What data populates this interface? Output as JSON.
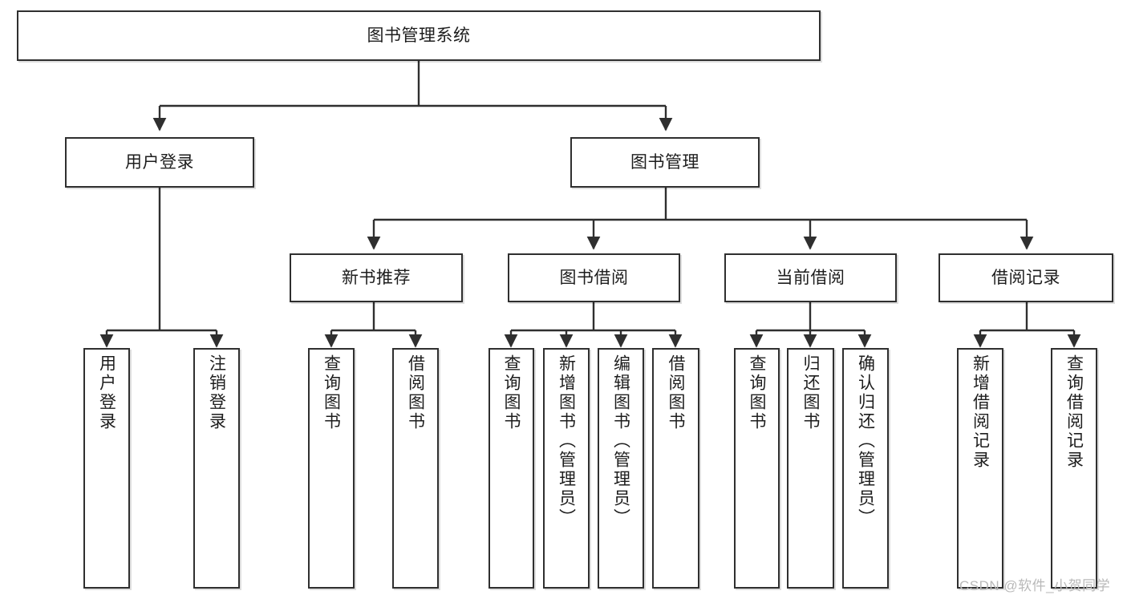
{
  "diagram": {
    "type": "tree-hierarchy-functional-decomposition",
    "root": {
      "id": "root",
      "label": "图书管理系统"
    },
    "level2": [
      {
        "id": "user-login",
        "label": "用户登录"
      },
      {
        "id": "book-management",
        "label": "图书管理"
      }
    ],
    "level3": [
      {
        "id": "new-book-recommend",
        "label": "新书推荐",
        "parent": "book-management"
      },
      {
        "id": "book-borrow",
        "label": "图书借阅",
        "parent": "book-management"
      },
      {
        "id": "current-borrow",
        "label": "当前借阅",
        "parent": "book-management"
      },
      {
        "id": "borrow-record",
        "label": "借阅记录",
        "parent": "book-management"
      }
    ],
    "leaves": [
      {
        "id": "leaf-user-login",
        "label": "用户登录",
        "parent": "user-login"
      },
      {
        "id": "leaf-logout-login",
        "label": "注销登录",
        "parent": "user-login"
      },
      {
        "id": "leaf-query-book-1",
        "label": "查询图书",
        "parent": "new-book-recommend"
      },
      {
        "id": "leaf-borrow-book-1",
        "label": "借阅图书",
        "parent": "new-book-recommend"
      },
      {
        "id": "leaf-query-book-2",
        "label": "查询图书",
        "parent": "book-borrow"
      },
      {
        "id": "leaf-add-book",
        "label": "新增图书（管理员）",
        "parent": "book-borrow"
      },
      {
        "id": "leaf-edit-book",
        "label": "编辑图书（管理员）",
        "parent": "book-borrow"
      },
      {
        "id": "leaf-borrow-book-2",
        "label": "借阅图书",
        "parent": "book-borrow"
      },
      {
        "id": "leaf-query-book-3",
        "label": "查询图书",
        "parent": "current-borrow"
      },
      {
        "id": "leaf-return-book",
        "label": "归还图书",
        "parent": "current-borrow"
      },
      {
        "id": "leaf-confirm-return",
        "label": "确认归还（管理员）",
        "parent": "current-borrow"
      },
      {
        "id": "leaf-add-borrow-record",
        "label": "新增借阅记录",
        "parent": "borrow-record"
      },
      {
        "id": "leaf-query-borrow-record",
        "label": "查询借阅记录",
        "parent": "borrow-record"
      }
    ],
    "colors": {
      "stroke": "#2f2f2f",
      "fill": "#ffffff",
      "text": "#1d1d1d",
      "watermark": "#b9b9b9"
    }
  },
  "watermark": {
    "text": "CSDN @软件_小贺同学"
  }
}
